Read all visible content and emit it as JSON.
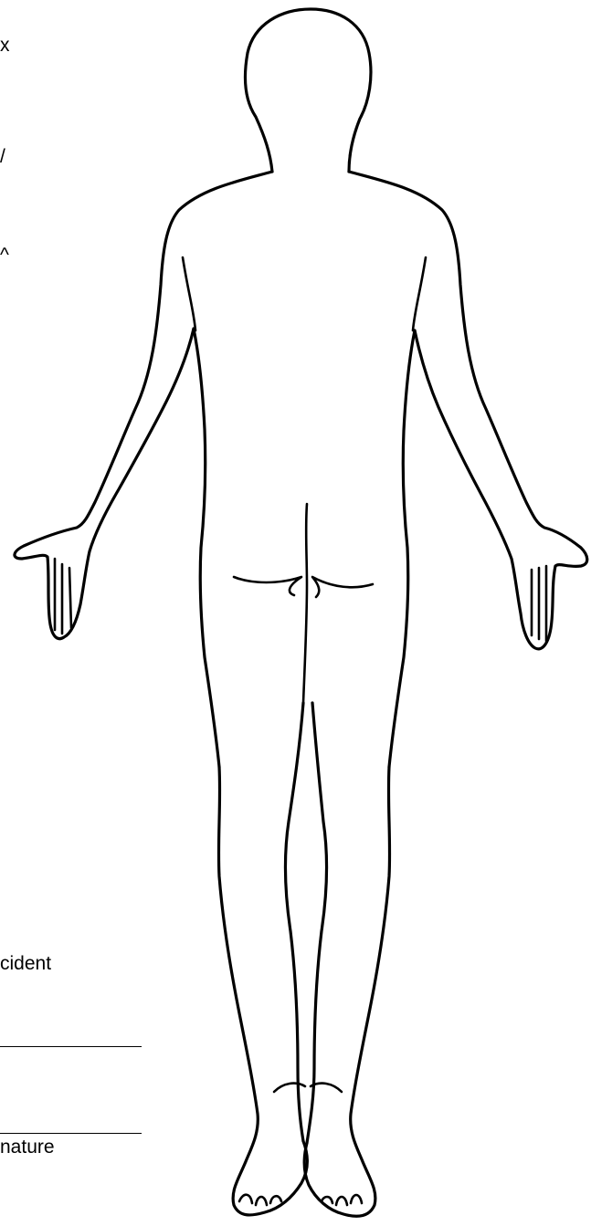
{
  "form": {
    "mark_1": "x",
    "mark_2": "/",
    "mark_3": "^",
    "incident_fragment": "cident",
    "signature_fragment": "nature"
  },
  "figure": {
    "view": "posterior",
    "ink_color": "#000000"
  }
}
